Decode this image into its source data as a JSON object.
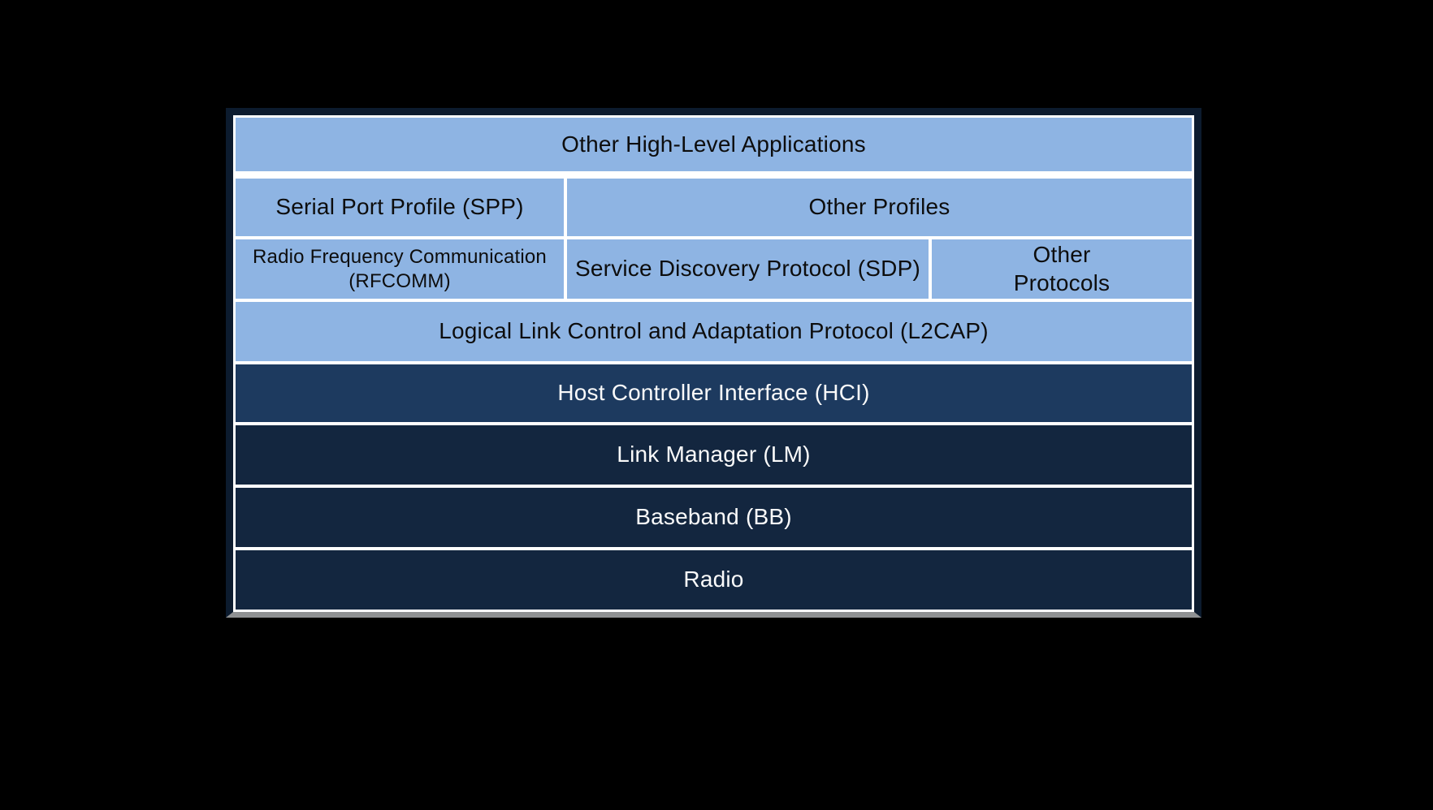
{
  "diagram": {
    "kind": "bluetooth-protocol-stack",
    "colors": {
      "background": "#000000",
      "upper_layer_fill": "#8eb4e3",
      "hci_fill": "#1d3a5f",
      "controller_layer_fill": "#13263f",
      "outer_border": "#0c1b2e",
      "grid_lines": "#ffffff",
      "bottom_shadow": "#8f9193",
      "text_on_light": "#0d0d0d",
      "text_on_dark": "#fafafa"
    },
    "rows": [
      {
        "cells": [
          {
            "label": "Other High-Level Applications"
          }
        ]
      },
      {
        "cells": [
          {
            "label": "Serial Port Profile (SPP)"
          },
          {
            "label": "Other Profiles"
          }
        ]
      },
      {
        "cells": [
          {
            "label": "Radio Frequency Communication\n(RFCOMM)"
          },
          {
            "label": "Service Discovery Protocol (SDP)"
          },
          {
            "label": "Other\nProtocols"
          }
        ]
      },
      {
        "cells": [
          {
            "label": "Logical Link Control and Adaptation Protocol (L2CAP)"
          }
        ]
      },
      {
        "cells": [
          {
            "label": "Host Controller Interface (HCI)"
          }
        ]
      },
      {
        "cells": [
          {
            "label": "Link Manager (LM)"
          }
        ]
      },
      {
        "cells": [
          {
            "label": "Baseband (BB)"
          }
        ]
      },
      {
        "cells": [
          {
            "label": "Radio"
          }
        ]
      }
    ]
  }
}
